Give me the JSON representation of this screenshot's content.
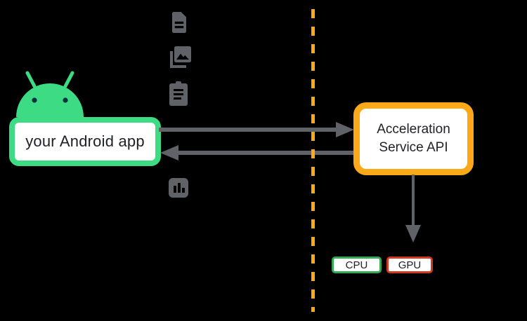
{
  "diagram": {
    "title": "Acceleration Service architecture diagram",
    "background_color": "#000000",
    "app_box": {
      "label": "your Android app",
      "border_color": "#3DDC84",
      "fill": "#FFFFFF",
      "text_color": "#202124"
    },
    "api_box": {
      "label": "Acceleration Service API",
      "border_color": "#FBA919",
      "fill": "#FFFFFF",
      "text_color": "#202124"
    },
    "processors": [
      {
        "label": "CPU",
        "border_color": "#34A853"
      },
      {
        "label": "GPU",
        "border_color": "#D0391E"
      }
    ],
    "icons": [
      {
        "name": "document-icon"
      },
      {
        "name": "image-library-icon"
      },
      {
        "name": "clipboard-icon"
      },
      {
        "name": "bar-chart-icon"
      }
    ],
    "arrows": [
      {
        "name": "app-to-api",
        "direction": "right"
      },
      {
        "name": "api-to-app",
        "direction": "left"
      },
      {
        "name": "api-to-processors",
        "direction": "down"
      }
    ],
    "divider": {
      "style": "dashed",
      "color": "#FBA919"
    },
    "colors": {
      "android_green": "#3DDC84",
      "orange": "#FBA919",
      "gray": "#5F6368",
      "cpu_green": "#34A853",
      "gpu_red": "#D0391E"
    }
  }
}
